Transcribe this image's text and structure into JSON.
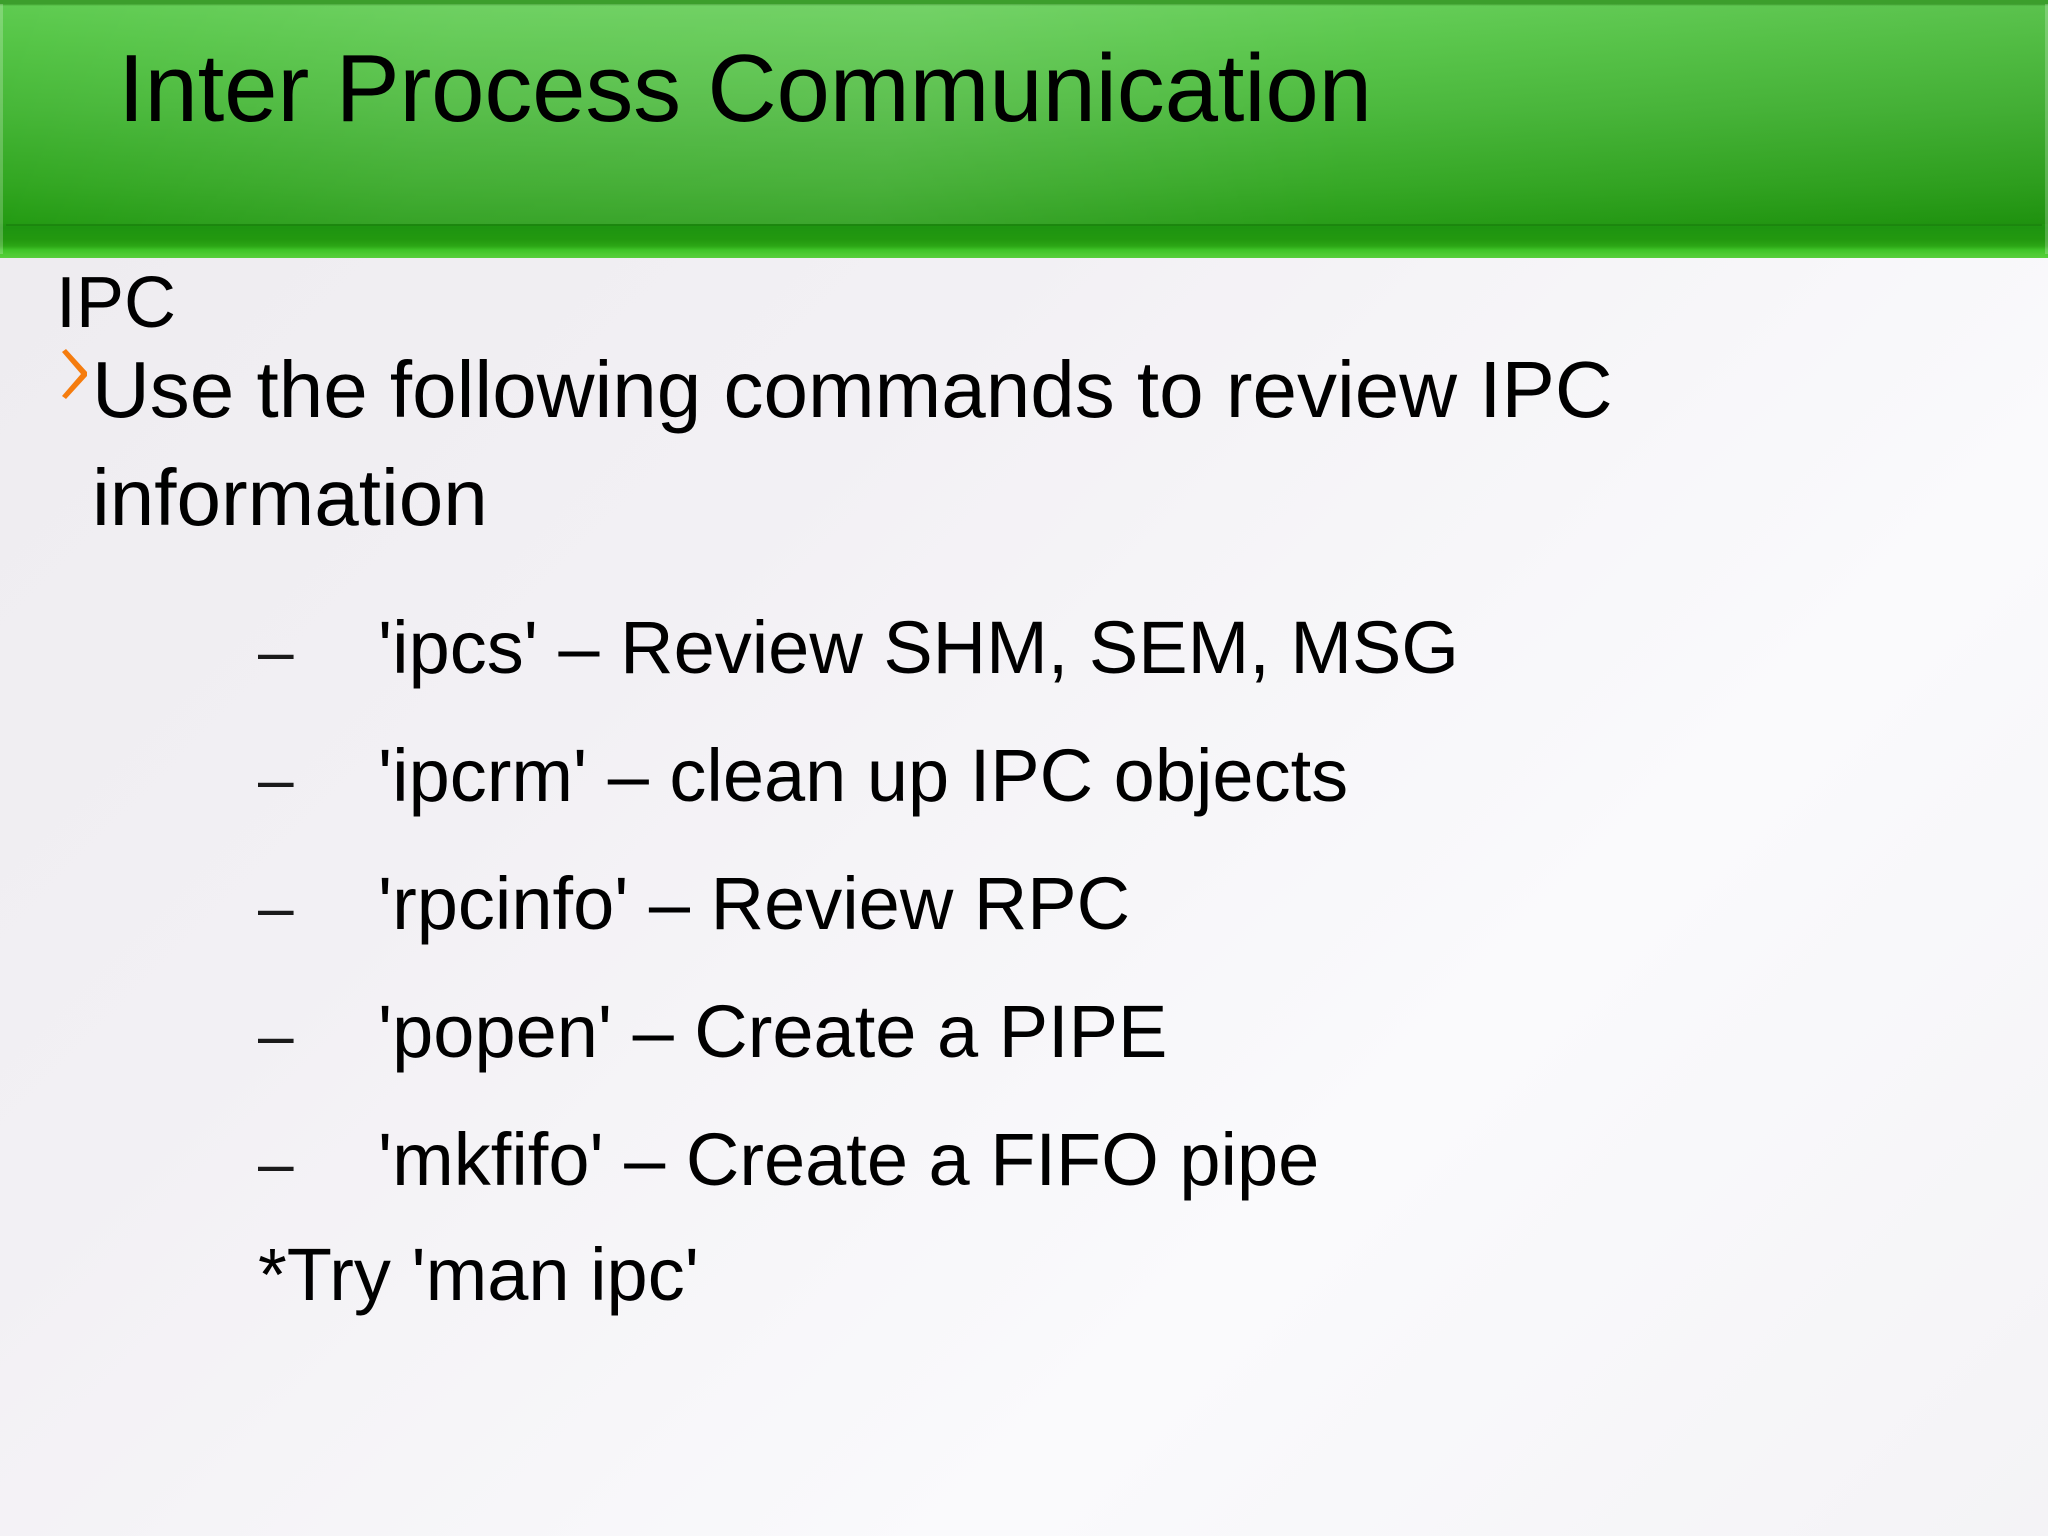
{
  "slide": {
    "title": "Inter Process Communication",
    "header_color_top": "#5ECB50",
    "header_color_bottom": "#1E9410",
    "header_strip_color": "#3FC428",
    "background_color": "#F2F0F4",
    "text_color": "#000000"
  },
  "body": {
    "lead_heading": "IPC",
    "bullet_icon": "chevron-right-icon",
    "bullet_icon_color": "#F57C0E",
    "level1_bullet": "Use the following commands to review IPC information",
    "level2_marker": "–",
    "level2_items": [
      "'ipcs' – Review SHM, SEM, MSG",
      "'ipcrm' – clean up IPC objects",
      "'rpcinfo' – Review RPC",
      "'popen' – Create a PIPE",
      "'mkfifo' – Create a FIFO pipe"
    ],
    "footnote": "*Try 'man ipc'"
  }
}
